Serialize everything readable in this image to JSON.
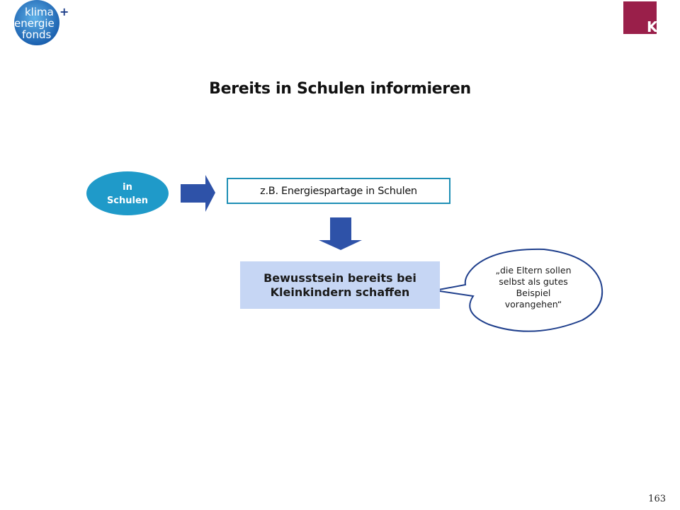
{
  "logos": {
    "left": {
      "lines": [
        "klima",
        "energie",
        "fonds"
      ],
      "plus": "+"
    },
    "right": {
      "letter": "K"
    }
  },
  "title": "Bereits in Schulen informieren",
  "diagram": {
    "start_node": {
      "line1": "in",
      "line2": "Schulen"
    },
    "example_box": "z.B. Energiespartage in Schulen",
    "result_box": "Bewusstsein bereits bei\nKleinkindern schaffen",
    "quote_bubble": "„die Eltern sollen\nselbst als gutes\nBeispiel\nvorangehen“"
  },
  "page_number": "163",
  "colors": {
    "oval_fill": "#1f9ac9",
    "arrow_fill": "#2e52a8",
    "example_border": "#1e8fb5",
    "result_fill": "#c6d6f4",
    "bubble_stroke": "#1f3f8c",
    "logo_blue": "#1e6fb8",
    "logo_right": "#9a1f4a"
  }
}
